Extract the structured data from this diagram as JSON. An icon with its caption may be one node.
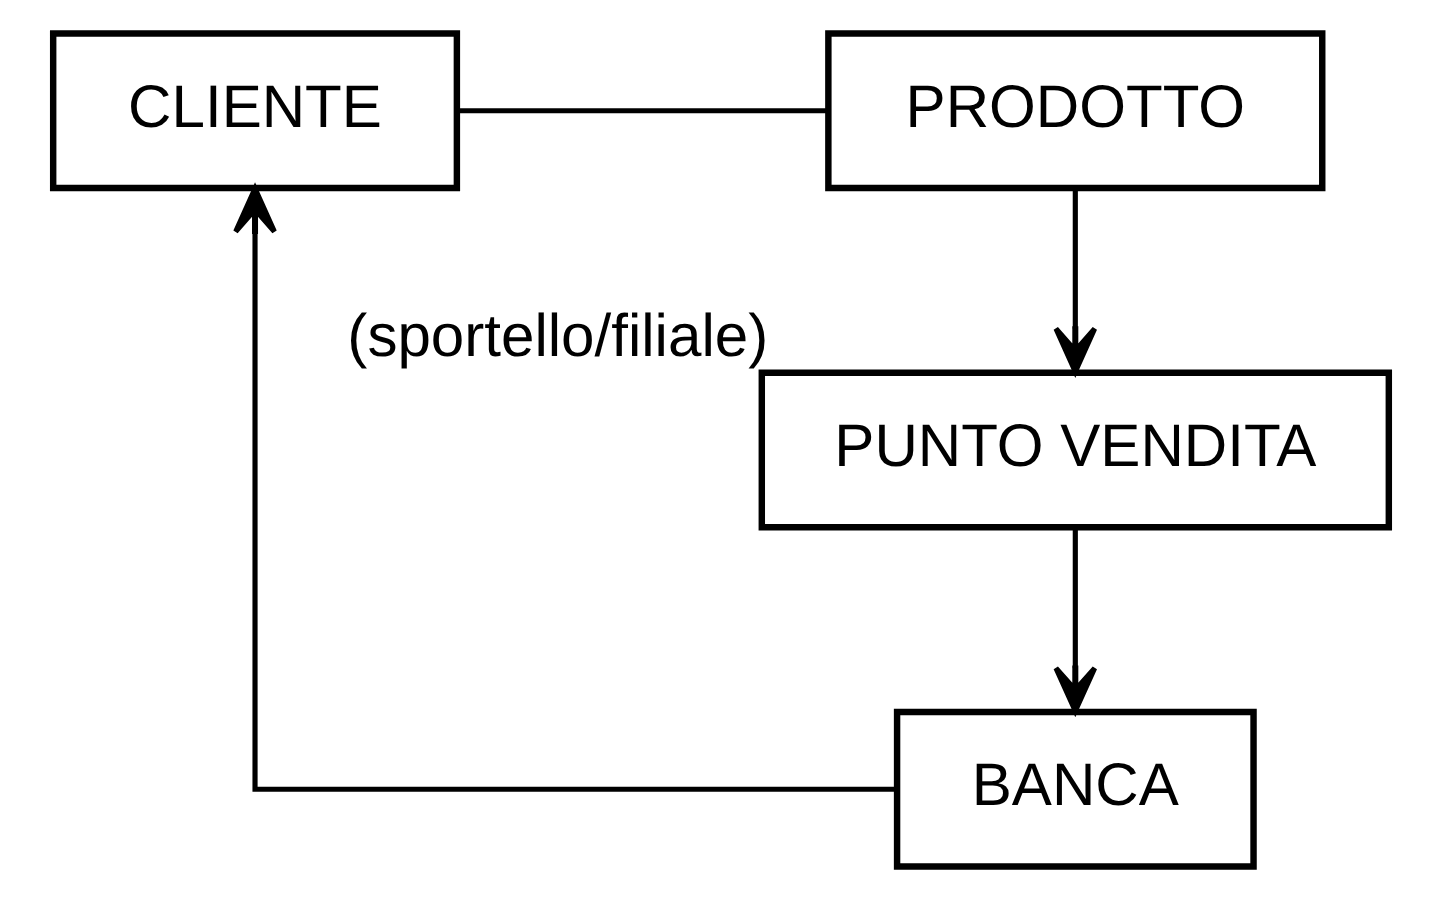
{
  "diagram": {
    "nodes": [
      {
        "text": [
          "CLIENTE"
        ]
      },
      {
        "text": [
          "PRODOTTO"
        ]
      },
      {
        "text": [
          "PUNTO VENDITA"
        ],
        "beside": [
          "(sportello/filiale)"
        ]
      },
      {
        "text": [
          "BANCA"
        ]
      }
    ],
    "edges": [
      {
        "from": 0,
        "to": 1,
        "arrow": "none"
      },
      {
        "from": 1,
        "to": 2,
        "arrow": "to"
      },
      {
        "from": 2,
        "to": 3,
        "arrow": "to"
      },
      {
        "from": 3,
        "to": 0,
        "arrow": "to"
      }
    ]
  }
}
